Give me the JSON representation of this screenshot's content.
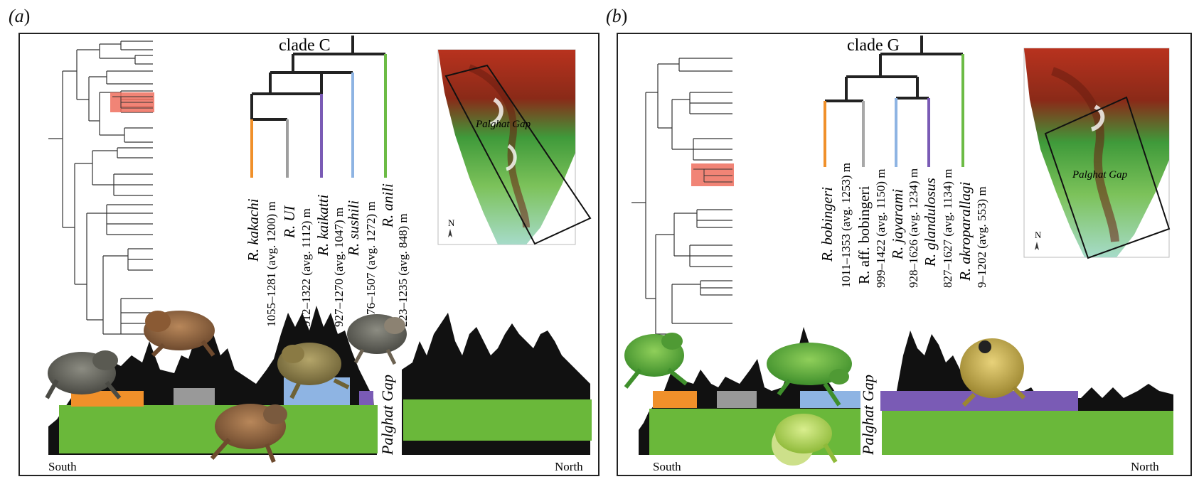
{
  "panels": [
    {
      "letter": "a",
      "clade_label": "clade C",
      "map_label": "Palghat Gap",
      "north_label": "N",
      "south_label": "South",
      "north_end_label": "North",
      "gap_label": "Palghat Gap",
      "species": [
        {
          "name": "R. kakachi",
          "elevation": "1055–1281 (avg. 1200) m",
          "color": "#f0902a"
        },
        {
          "name": "R. UI",
          "elevation": "912–1322 (avg. 1112) m",
          "color": "#9e9e9e"
        },
        {
          "name": "R. kaikatti",
          "elevation": "927–1270 (avg. 1047) m",
          "color": "#7a5bb5"
        },
        {
          "name": "R. sushili",
          "elevation": "1076–1507 (avg. 1272) m",
          "color": "#8eb4e3"
        },
        {
          "name": "R. anili",
          "elevation": "223–1235 (avg. 848) m",
          "color": "#6cbb45"
        }
      ]
    },
    {
      "letter": "b",
      "clade_label": "clade G",
      "map_label": "Palghat Gap",
      "north_label": "N",
      "south_label": "South",
      "north_end_label": "North",
      "gap_label": "Palghat Gap",
      "species": [
        {
          "name": "R. bobingeri",
          "elevation": "1011–1353 (avg. 1253) m",
          "color": "#f0902a"
        },
        {
          "name": "R. aff. bobingeri",
          "elevation": "999–1422 (avg. 1150) m",
          "color": "#a8a8a8"
        },
        {
          "name": "R. jayarami",
          "elevation": "928–1626 (avg. 1234) m",
          "color": "#8eb4e3"
        },
        {
          "name": "R. glandulosus",
          "elevation": "827–1627 (avg. 1134) m",
          "color": "#7a5bb5"
        },
        {
          "name": "R. akroparallagi",
          "elevation": "9–1202 (avg. 553) m",
          "color": "#6cbb45"
        }
      ]
    }
  ],
  "colors": {
    "range_green": "#6ab83a",
    "highlight_red": "#ef6f5e",
    "orange": "#f0902a",
    "grey": "#999999",
    "blue": "#8eb4e3",
    "purple": "#7a5bb5"
  }
}
